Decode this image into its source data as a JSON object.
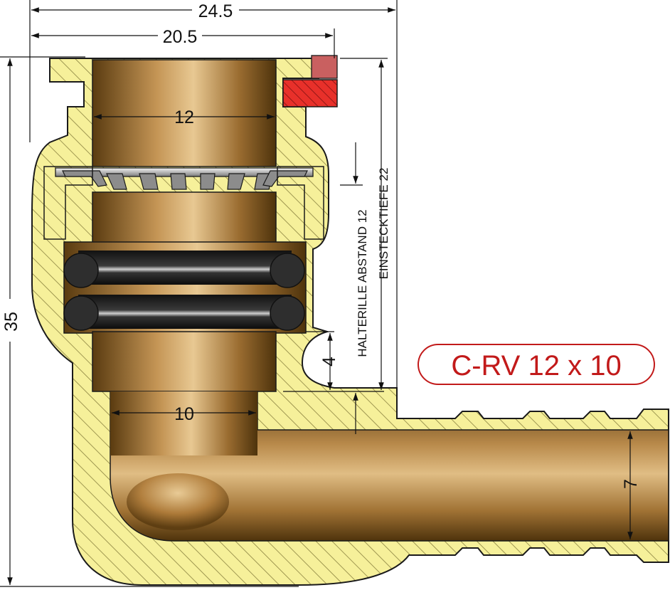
{
  "dimensions": {
    "overall_width": "24.5",
    "inner_width": "20.5",
    "bore_diameter": "12",
    "tube_diameter": "10",
    "height": "35",
    "gap": "4",
    "outlet_diameter": "7",
    "halterille_label": "HALTERILLE ABSTAND 12",
    "einstecktiefe_label": "EINSTECKTIEFE 22"
  },
  "product": {
    "name": "C-RV 12 x 10"
  },
  "colors": {
    "hatch_fill": "#f6f09a",
    "hatch_line": "#8a8240",
    "outline": "#1a1a1a",
    "brass_dark": "#5a3b10",
    "brass_mid": "#a8783a",
    "brass_light": "#e6c48a",
    "oring": "#222222",
    "clip_red": "#e8302a",
    "title_red": "#c21a1a"
  }
}
